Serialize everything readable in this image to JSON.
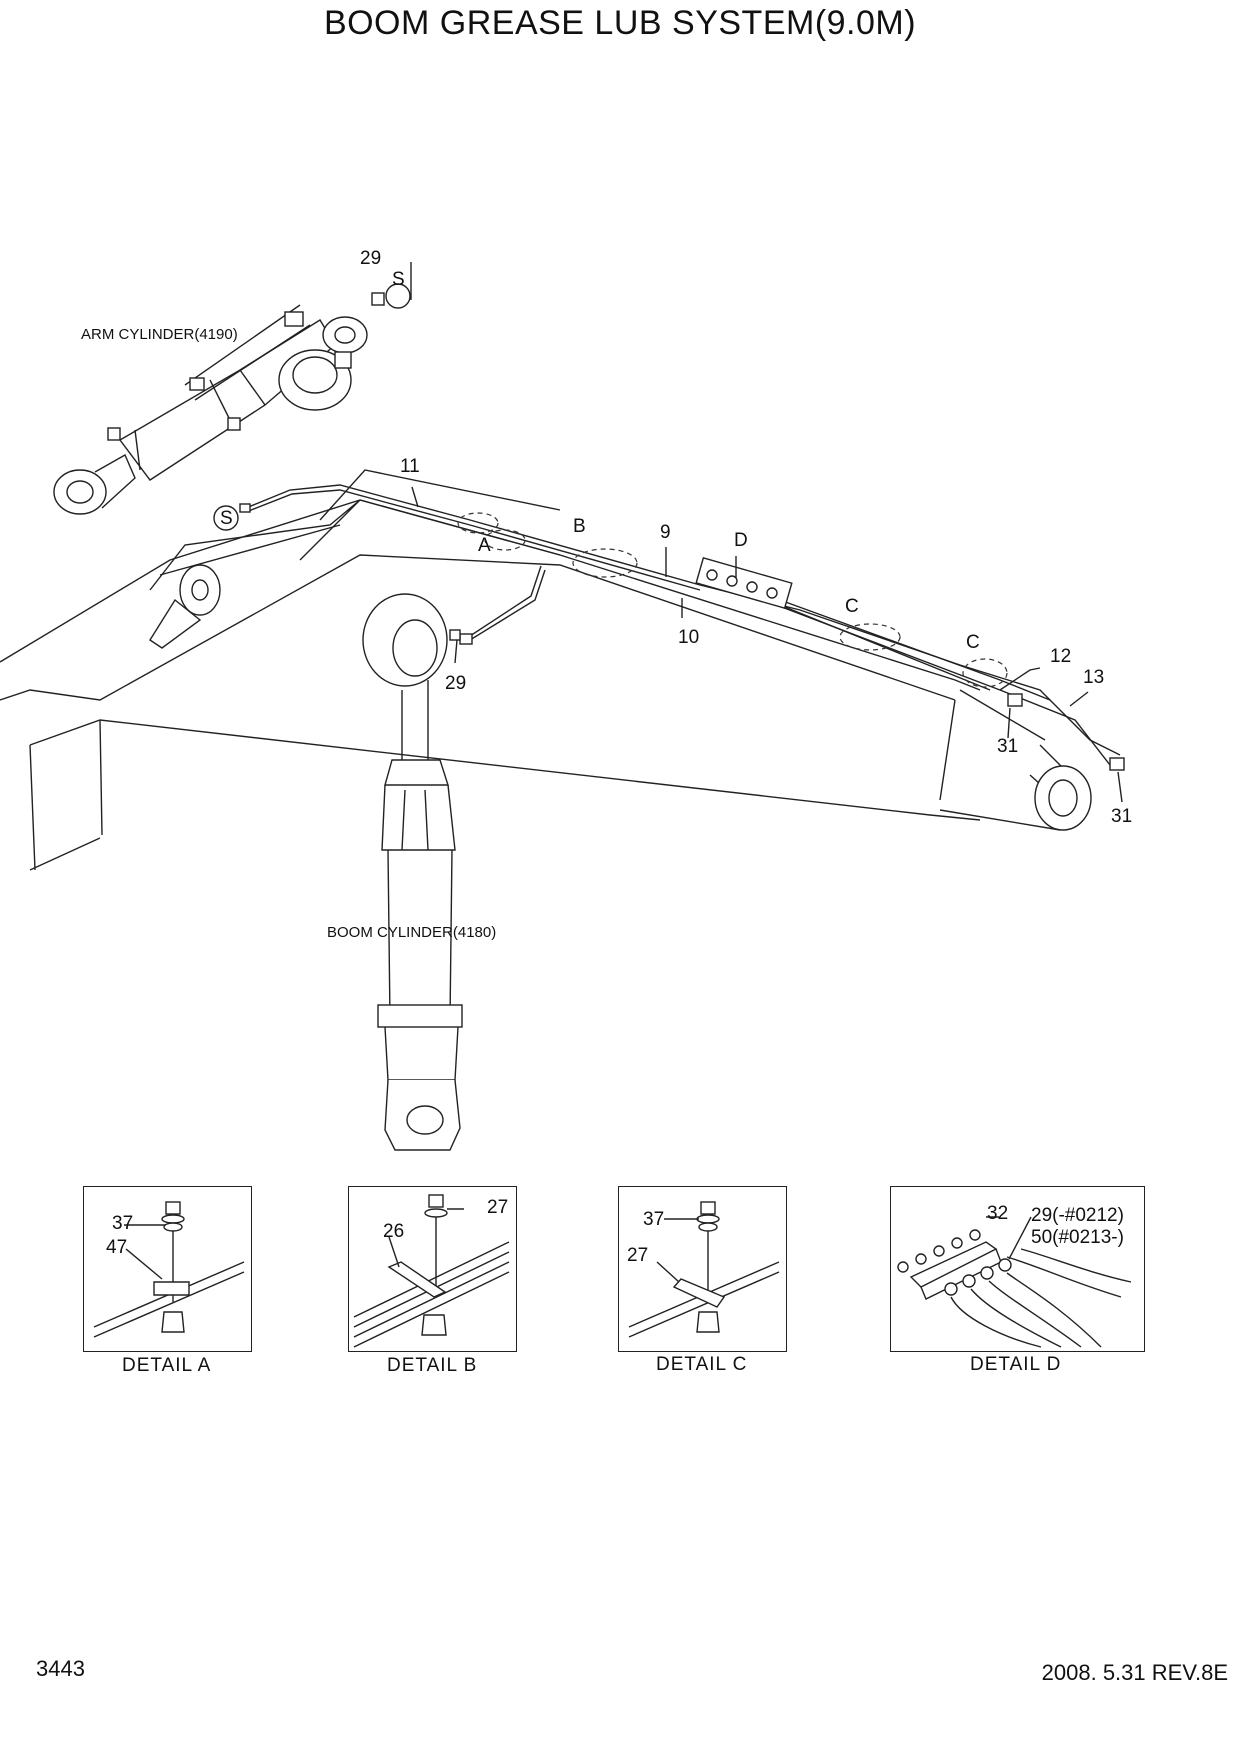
{
  "title": "BOOM GREASE LUB SYSTEM(9.0M)",
  "components": {
    "arm_cylinder": "ARM CYLINDER(4190)",
    "boom_cylinder": "BOOM CYLINDER(4180)"
  },
  "callouts": {
    "c29_top": "29",
    "c11": "11",
    "cB": "B",
    "c9": "9",
    "cD": "D",
    "cA": "A",
    "c10": "10",
    "c29_mid": "29",
    "cC1": "C",
    "cC2": "C",
    "c12": "12",
    "c13": "13",
    "c31a": "31",
    "c31b": "31"
  },
  "markers": {
    "s": "S"
  },
  "details": [
    {
      "caption": "DETAIL  A",
      "parts": [
        "37",
        "47"
      ]
    },
    {
      "caption": "DETAIL  B",
      "parts": [
        "27",
        "26"
      ]
    },
    {
      "caption": "DETAIL  C",
      "parts": [
        "37",
        "27"
      ]
    },
    {
      "caption": "DETAIL  D",
      "parts": [
        "32",
        "29(-#0212)",
        "50(#0213-)"
      ]
    }
  ],
  "footer": {
    "page_number": "3443",
    "revision": "2008. 5.31  REV.8E"
  }
}
